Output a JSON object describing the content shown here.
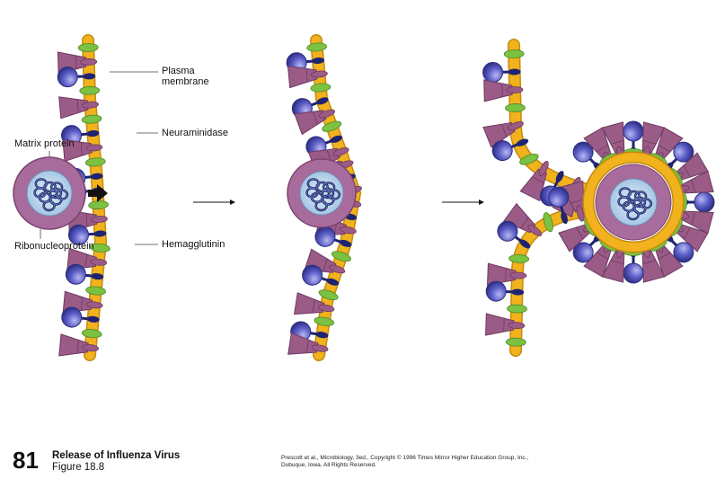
{
  "labels": {
    "plasma_membrane": "Plasma\nmembrane",
    "neuraminidase": "Neuraminidase",
    "matrix_protein": "Matrix protein",
    "ribonucleoprotein": "Ribonucleoprotein",
    "hemagglutinin": "Hemagglutinin"
  },
  "footer": {
    "number": "81",
    "title": "Release of Influenza Virus",
    "figure": "Figure 18.8",
    "credit": "Prescott et al., Microbiology, 3ed., Copyright © 1996 Times Mirror Higher Education Group, Inc., Dubuque, Iowa. All Rights Reserved."
  },
  "colors": {
    "membrane": "#f2b21d",
    "membrane_edge": "#c48a10",
    "hemagglutinin": "#9a5b86",
    "hemagglutinin_edge": "#6e3a62",
    "neuraminidase": "#5d5fc8",
    "neuraminidase_stalk": "#1f2470",
    "green_protein": "#7bc142",
    "virion_matrix": "#a76b9c",
    "virion_core": "#bcd7ef",
    "rnp": "#1c1f5e",
    "arrow": "#111111"
  }
}
